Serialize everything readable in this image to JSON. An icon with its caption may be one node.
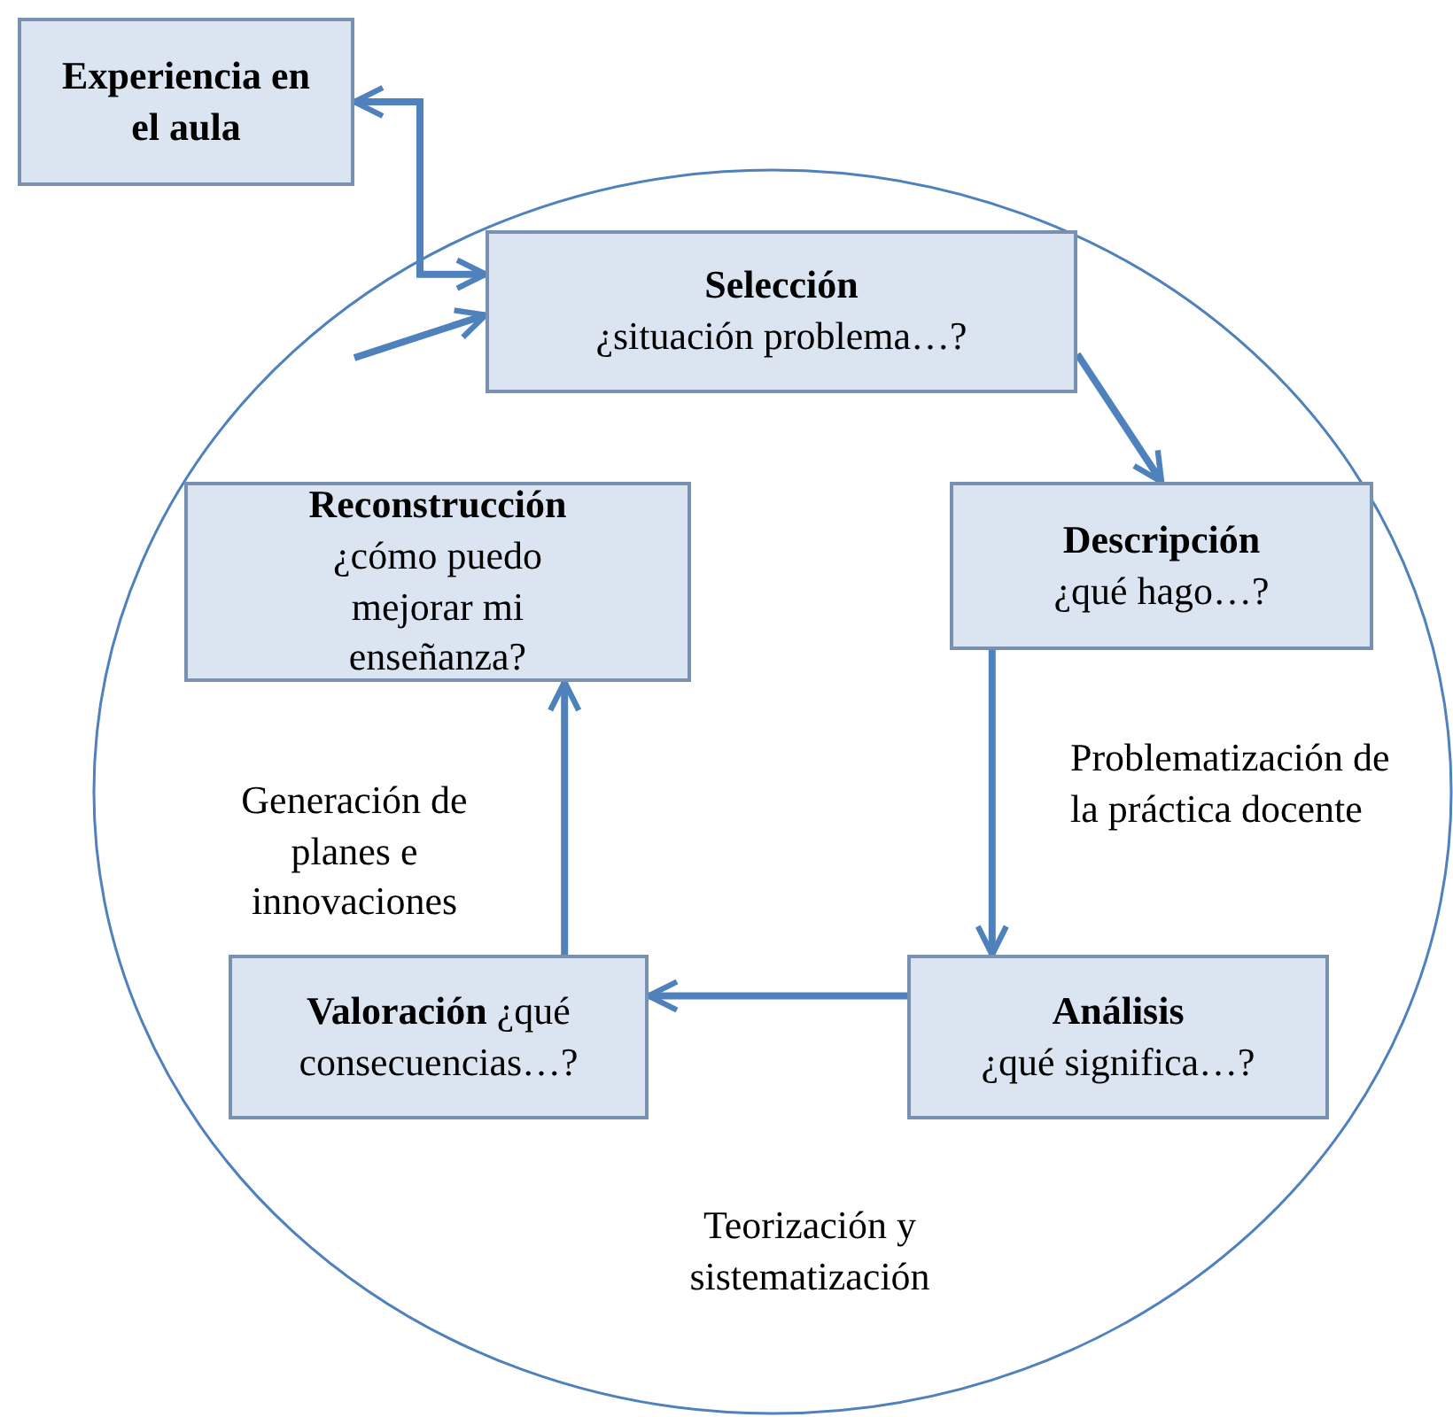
{
  "diagram": {
    "nodes": [
      {
        "text": [
          "Experiencia en el aula"
        ]
      },
      {
        "text": [],
        "shape": "circle"
      },
      {
        "text": [
          "Selección",
          "¿situación problema…?"
        ],
        "in": 1
      },
      {
        "text": [
          "Descripción",
          "¿qué hago…?"
        ],
        "in": 1
      },
      {
        "text": [
          "Análisis",
          "¿qué significa…?"
        ],
        "in": 1
      },
      {
        "text": [
          "**Valoración** ¿qué consecuencias…?"
        ],
        "in": 1
      },
      {
        "text": [
          "Reconstrucción",
          "¿cómo puedo mejorar mi enseñanza?"
        ],
        "in": 1
      }
    ],
    "edges": [
      {
        "from": 2,
        "to": 0,
        "arrow": "both"
      },
      {
        "from": null,
        "to": 2,
        "arrow": "to"
      },
      {
        "from": 2,
        "to": 3,
        "arrow": "to"
      },
      {
        "from": 3,
        "to": 4,
        "arrow": "to",
        "label": "Problematización de la práctica docente"
      },
      {
        "from": 4,
        "to": 5,
        "arrow": "to"
      },
      {
        "from": 5,
        "to": 6,
        "arrow": "to",
        "label": "Generación de planes e innovaciones"
      }
    ],
    "labels": [
      "Teorización y sistematización"
    ]
  }
}
